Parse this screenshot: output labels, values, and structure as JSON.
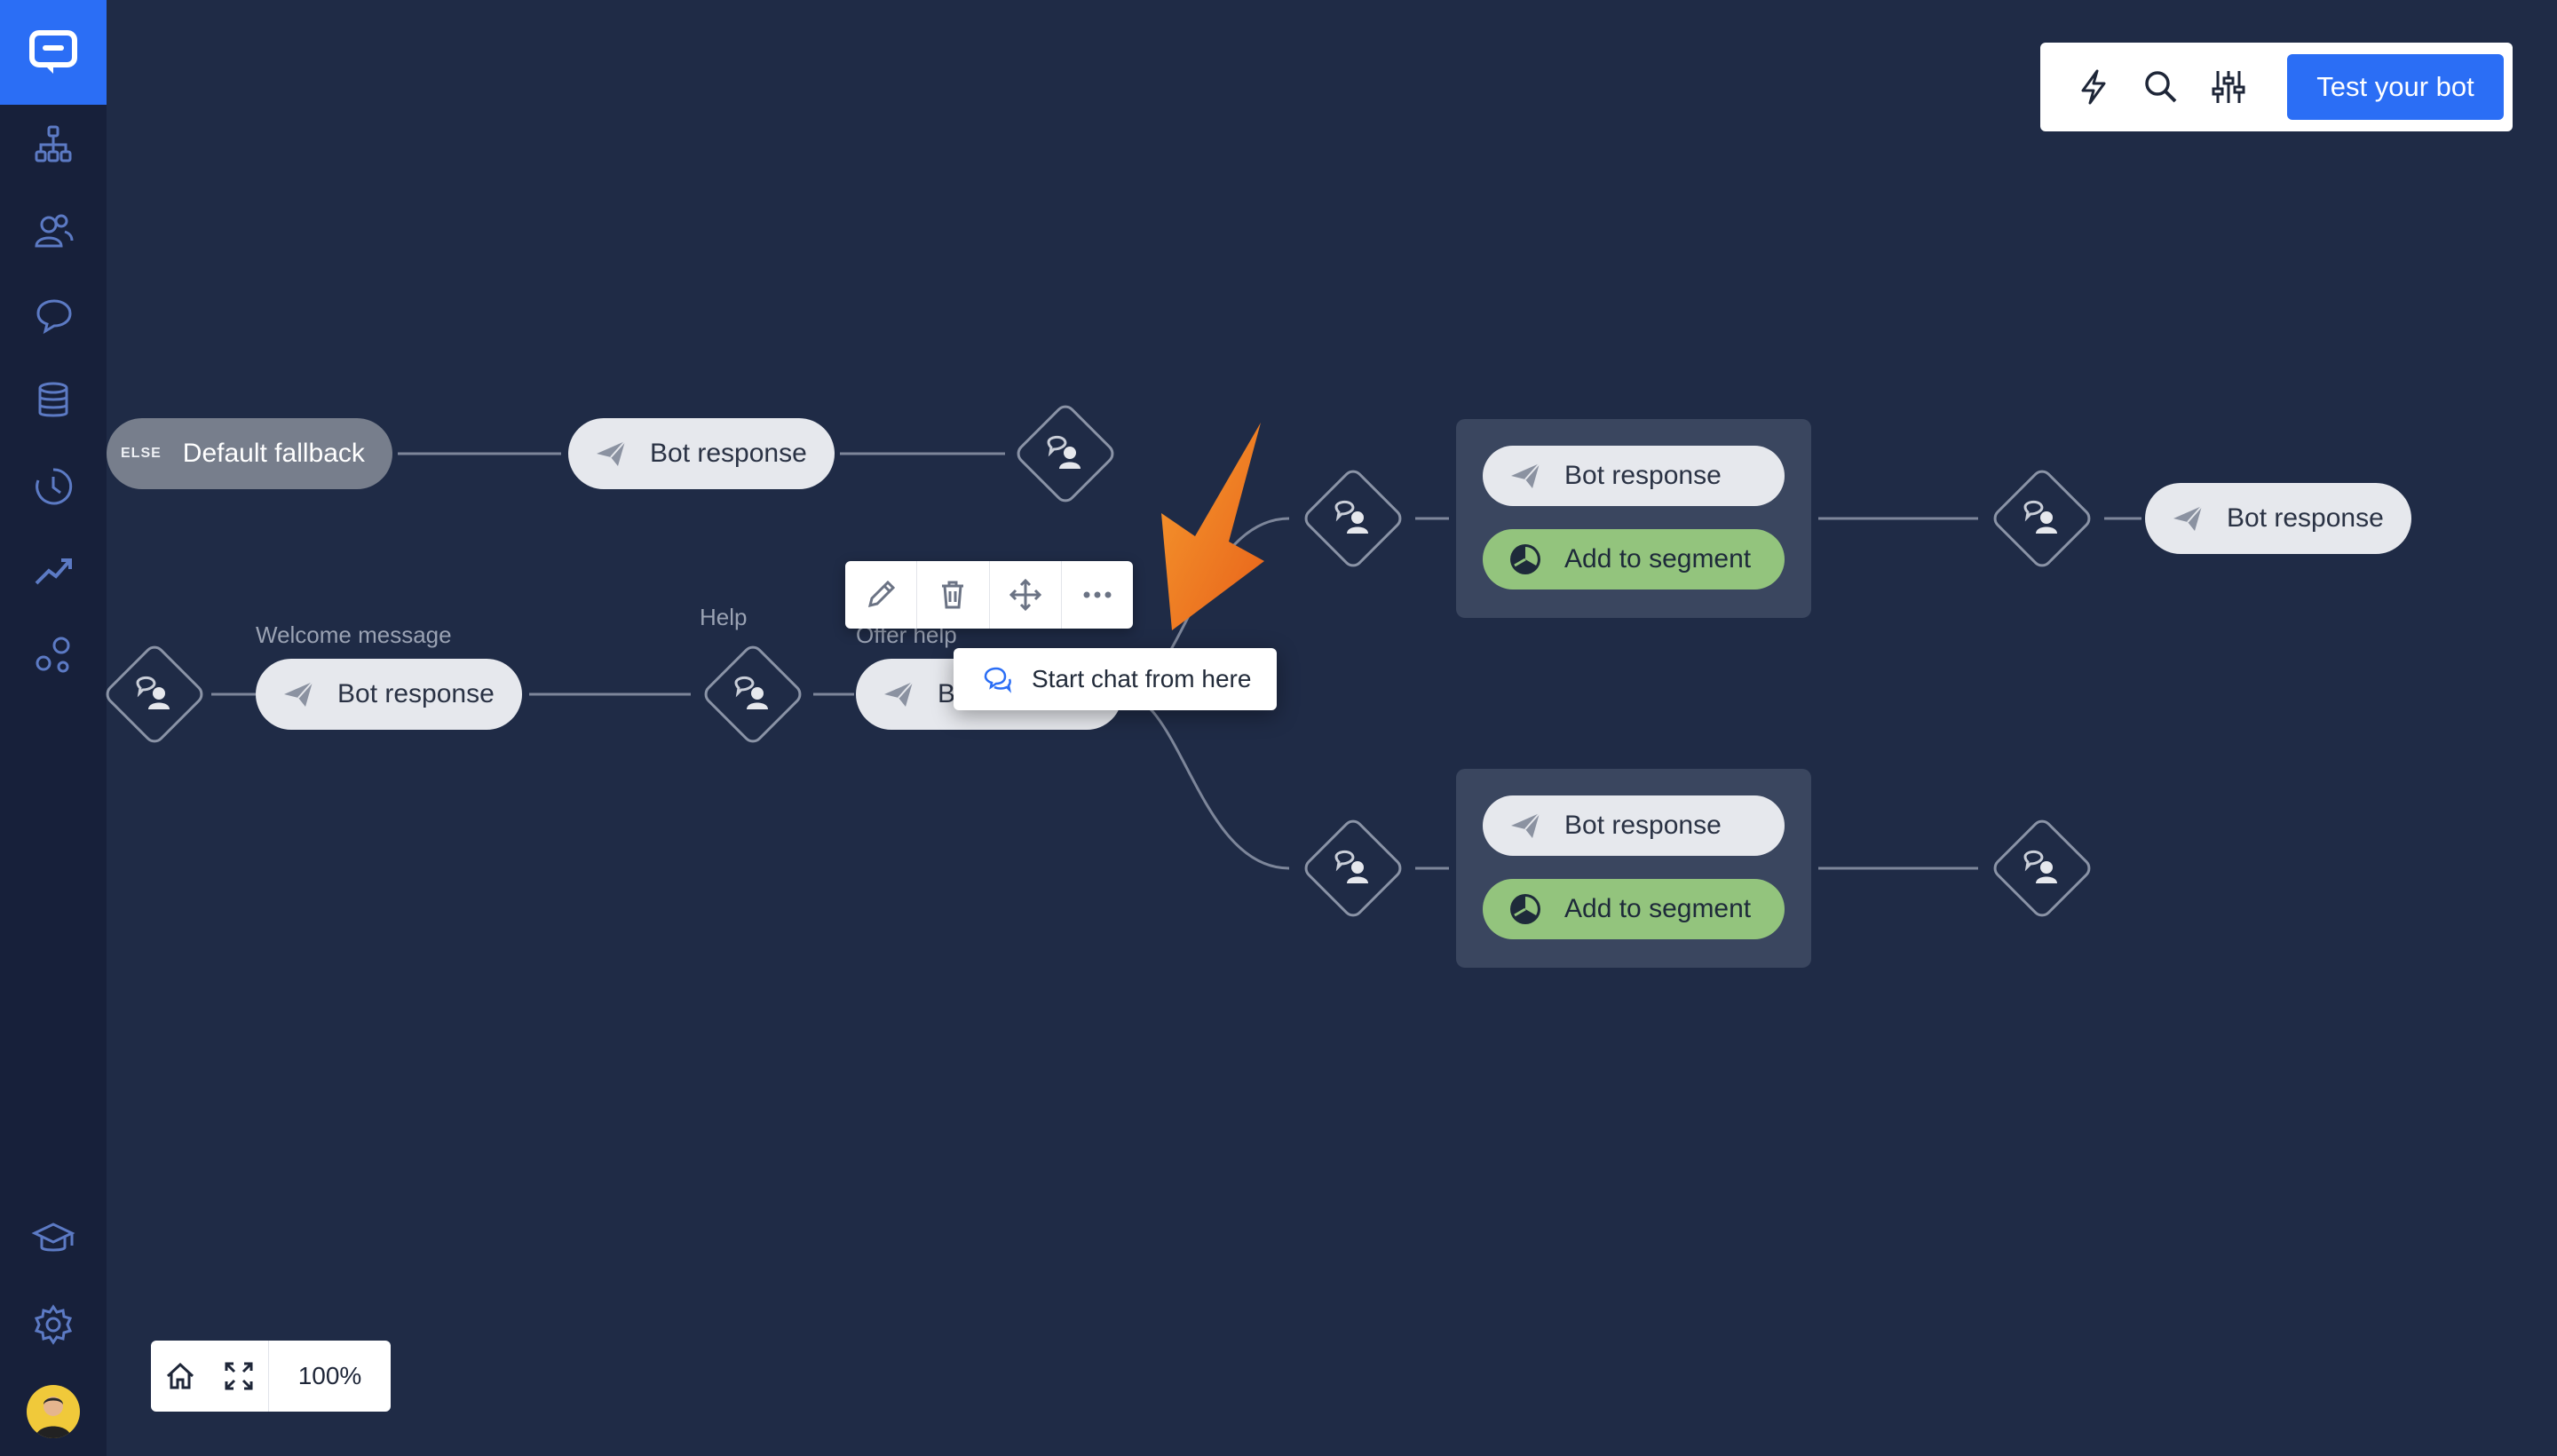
{
  "app": {
    "title": "ChatBot story builder"
  },
  "colors": {
    "accent": "#2b6ef5",
    "canvas": "#1f2b46",
    "sidebar": "#17203a",
    "segment": "#93c47d",
    "arrow": "#f07c1e"
  },
  "sidebar": {
    "items": [
      {
        "icon": "stories-icon"
      },
      {
        "icon": "audience-icon"
      },
      {
        "icon": "chat-bubble-icon"
      },
      {
        "icon": "database-icon"
      },
      {
        "icon": "history-icon"
      },
      {
        "icon": "reports-icon"
      },
      {
        "icon": "integrations-icon"
      },
      {
        "icon": "academy-icon"
      },
      {
        "icon": "settings-icon"
      }
    ]
  },
  "top_toolbar": {
    "test_button": "Test your bot"
  },
  "nodes": {
    "fallback_tag": "ELSE",
    "fallback_label": "Default fallback",
    "bot_response": "Bot response",
    "add_to_segment": "Add to segment",
    "welcome_label": "Welcome message",
    "help_label": "Help",
    "offer_help_label": "Offer help",
    "partial_bot_response": "Bo"
  },
  "context_menu": {
    "start_chat": "Start chat from here"
  },
  "zoom": {
    "level": "100%"
  }
}
